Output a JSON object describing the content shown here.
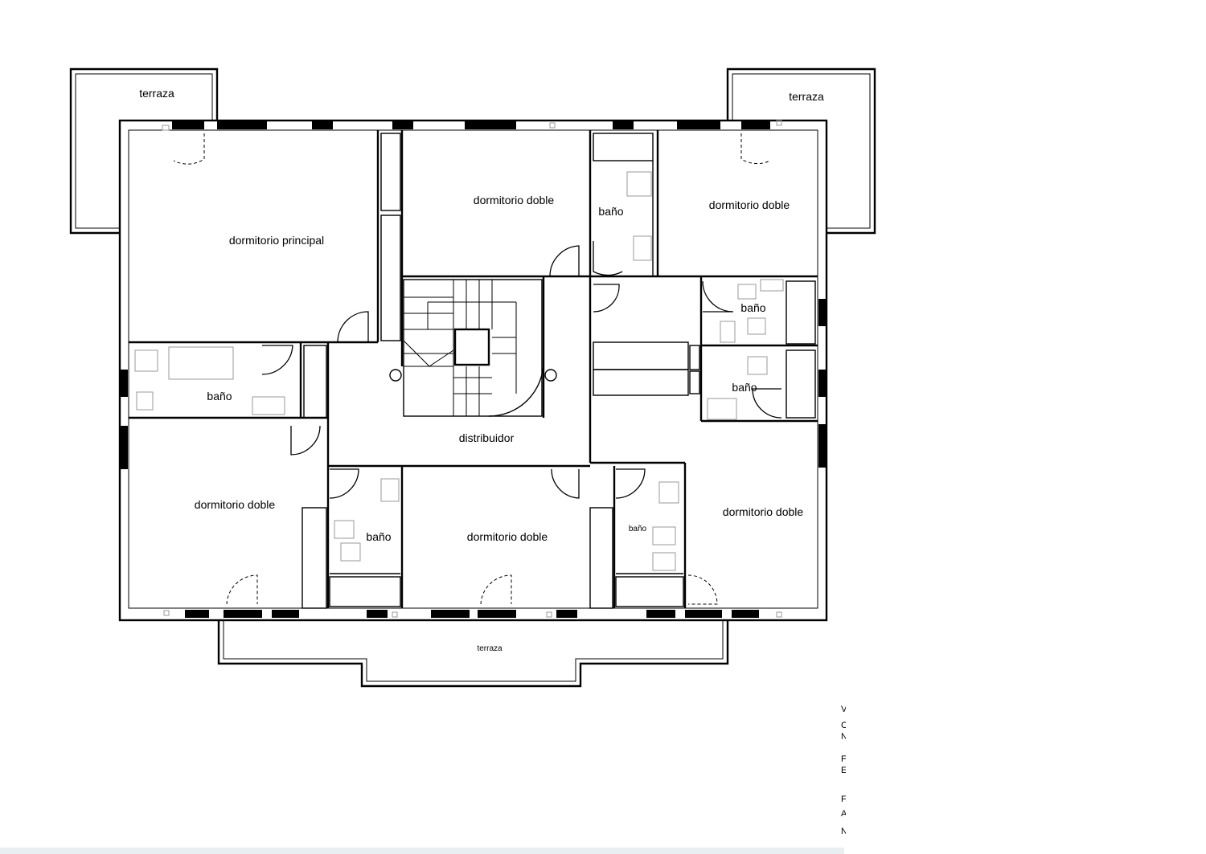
{
  "rooms": {
    "terrace_nw": "terraza",
    "terrace_ne": "terraza",
    "terrace_s": "terraza",
    "master_bedroom": "dormitorio principal",
    "bedroom_top_center": "dormitorio doble",
    "bedroom_top_right": "dormitorio doble",
    "bath_top_right": "baño",
    "bath_right_upper": "baño",
    "bath_right_lower": "baño",
    "bath_master": "baño",
    "hall": "distribuidor",
    "bedroom_bottom_left": "dormitorio doble",
    "bath_bottom_left": "baño",
    "bedroom_bottom_center": "dormitorio doble",
    "bath_bottom_right": "baño",
    "bedroom_bottom_right": "dormitorio doble"
  },
  "cut_off_text": [
    "V",
    "C",
    "N",
    "F",
    "E",
    "F",
    "A",
    "N"
  ]
}
